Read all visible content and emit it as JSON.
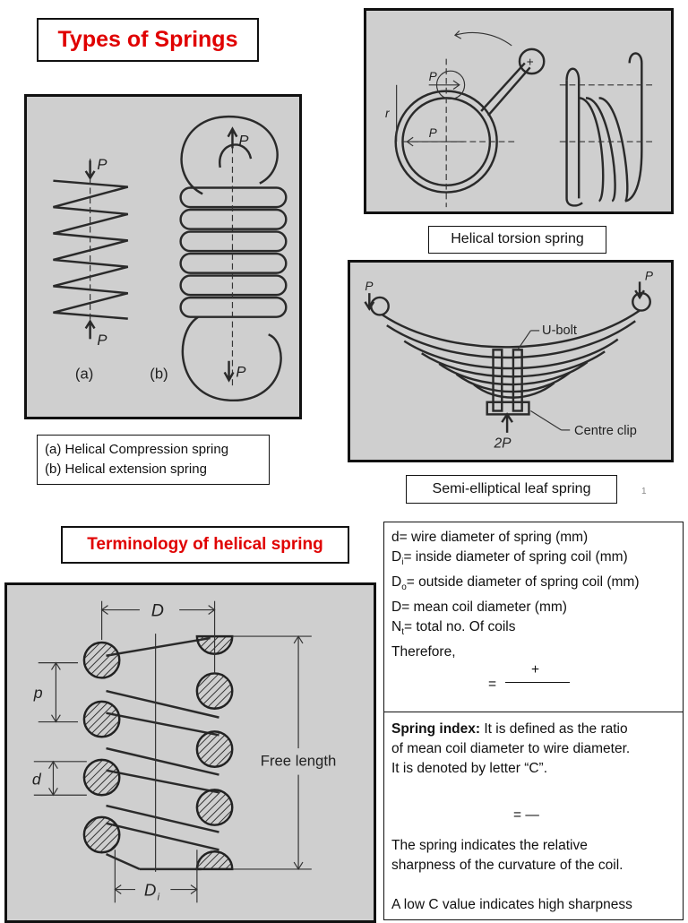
{
  "titles": {
    "types": "Types of Springs",
    "terminology": "Terminology of helical spring"
  },
  "figure_labels": {
    "a": "(a)",
    "b": "(b)",
    "P": "P",
    "twoP": "2P",
    "r": "r",
    "u_bolt": "U-bolt",
    "centre_clip": "Centre clip",
    "D": "D",
    "Di": "D",
    "Di_sub": "i",
    "p": "p",
    "d": "d",
    "free_length": "Free length"
  },
  "captions": {
    "compression": "(a)  Helical Compression spring",
    "extension": "(b)  Helical extension spring",
    "torsion": "Helical torsion spring",
    "leaf": "Semi-elliptical leaf spring",
    "page_number": "1"
  },
  "definitions": {
    "d": "d= wire diameter of spring (mm)",
    "Di_pre": "D",
    "Di_sub": "i",
    "Di_post": "= inside diameter of spring coil (mm)",
    "Do_pre": "D",
    "Do_sub": "o",
    "Do_post": "= outside diameter of spring coil (mm)",
    "D": "D= mean coil diameter (mm)",
    "Nt_pre": "N",
    "Nt_sub": "t",
    "Nt_post": "= total no. Of coils",
    "therefore": "Therefore,",
    "formula_eq": "=",
    "formula_plus": "+"
  },
  "spring_index": {
    "heading": "Spring index:",
    "text1": " It is defined as the ratio",
    "text2": "of mean coil diameter to wire diameter.",
    "text3": "It is denoted by letter “C”.",
    "formula": "= —",
    "para2_1": "The spring indicates the relative",
    "para2_2": "sharpness of the curvature of the coil.",
    "para3_1": "A low C value indicates high sharpness"
  }
}
